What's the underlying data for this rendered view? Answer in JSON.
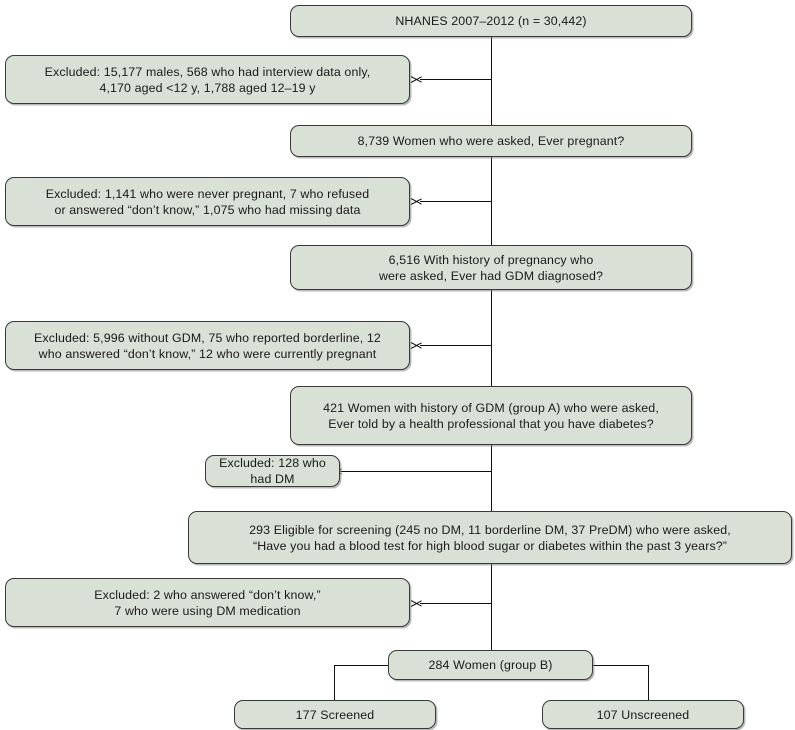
{
  "diagram": {
    "type": "flowchart",
    "title": "NHANES GDM screening participant flow",
    "colors": {
      "box_fill": "#d9e0d6",
      "box_border": "#3a3a3a",
      "line": "#111111",
      "background": "#ffffff",
      "text": "#1a1a1a"
    },
    "nodes": [
      {
        "id": "n1",
        "kind": "main",
        "lines": [
          "NHANES 2007–2012 (n = 30,442)"
        ]
      },
      {
        "id": "x1",
        "kind": "exclusion",
        "lines": [
          "Excluded: 15,177 males, 568 who had interview data only,",
          "4,170 aged <12 y, 1,788 aged 12–19 y"
        ]
      },
      {
        "id": "n2",
        "kind": "main",
        "lines": [
          "8,739 Women who were asked, Ever pregnant?"
        ]
      },
      {
        "id": "x2",
        "kind": "exclusion",
        "lines": [
          "Excluded: 1,141 who were never pregnant, 7 who refused",
          "or answered “don’t know,” 1,075 who had missing data"
        ]
      },
      {
        "id": "n3",
        "kind": "main",
        "lines": [
          "6,516 With history of pregnancy who",
          "were asked, Ever had GDM diagnosed?"
        ]
      },
      {
        "id": "x3",
        "kind": "exclusion",
        "lines": [
          "Excluded: 5,996 without GDM, 75 who reported borderline, 12",
          "who answered “don’t know,” 12 who were currently pregnant"
        ]
      },
      {
        "id": "n4",
        "kind": "main",
        "lines": [
          "421 Women with history of GDM (group A) who were asked,",
          "Ever told by a health professional that you have diabetes?"
        ]
      },
      {
        "id": "x4",
        "kind": "exclusion",
        "lines": [
          "Excluded: 128 who had DM"
        ]
      },
      {
        "id": "n5",
        "kind": "main",
        "lines": [
          "293 Eligible for screening (245 no DM, 11 borderline DM, 37 PreDM) who were asked,",
          "“Have you had a blood test for high blood sugar or diabetes within the past 3 years?”"
        ]
      },
      {
        "id": "x5",
        "kind": "exclusion",
        "lines": [
          "Excluded: 2 who answered “don’t know,”",
          "7 who were using DM medication"
        ]
      },
      {
        "id": "n6",
        "kind": "main",
        "lines": [
          "284 Women (group B)"
        ]
      },
      {
        "id": "n7",
        "kind": "outcome",
        "lines": [
          "177 Screened"
        ]
      },
      {
        "id": "n8",
        "kind": "outcome",
        "lines": [
          "107 Unscreened"
        ]
      }
    ]
  }
}
